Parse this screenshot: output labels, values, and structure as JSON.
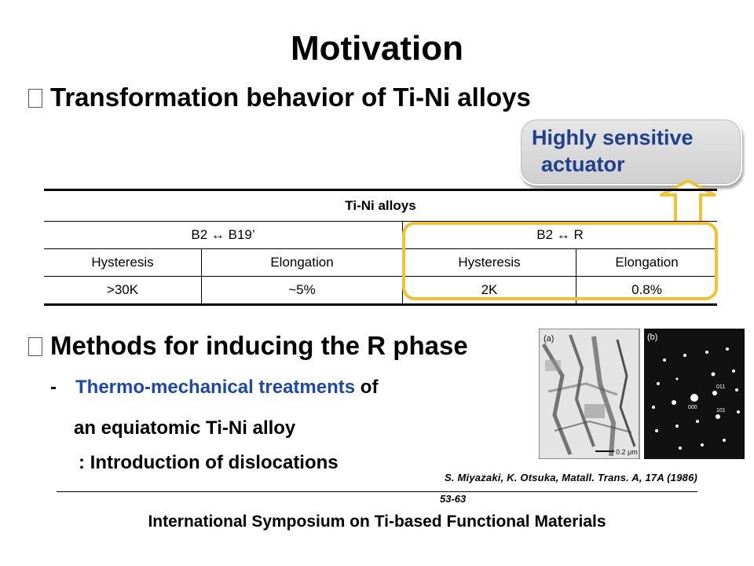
{
  "slide": {
    "title": "Motivation",
    "bullet1": "Transformation behavior of Ti-Ni alloys",
    "callout": {
      "line1": "Highly sensitive",
      "line2": "actuator"
    },
    "table": {
      "header": "Ti-Ni alloys",
      "groups": [
        "B2 ↔ B19’",
        "B2 ↔ R"
      ],
      "columns": [
        "Hysteresis",
        "Elongation",
        "Hysteresis",
        "Elongation"
      ],
      "values": [
        ">30K",
        "~5%",
        "2K",
        "0.8%"
      ]
    },
    "bullet2": "Methods for inducing the R phase",
    "methods": {
      "dash": "-",
      "highlight": "Thermo-mechanical treatments",
      "suffix": " of",
      "line2": "an equiatomic Ti-Ni alloy",
      "line3": ": Introduction of dislocations"
    },
    "micrograph": {
      "panel_a": "(a)",
      "panel_b": "(b)",
      "scale": "0.2 μm",
      "spot_labels": [
        "011",
        "000",
        "101"
      ]
    },
    "citation": "S. Miyazaki, K. Otsuka, Matall. Trans. A, 17A (1986)",
    "page_numbers": "53-63",
    "footer": "International Symposium on Ti-based Functional Materials",
    "colors": {
      "accent_blue": "#1f49a6",
      "highlight_yellow": "#f2c233",
      "callout_gray": "#d8d8d8"
    }
  }
}
